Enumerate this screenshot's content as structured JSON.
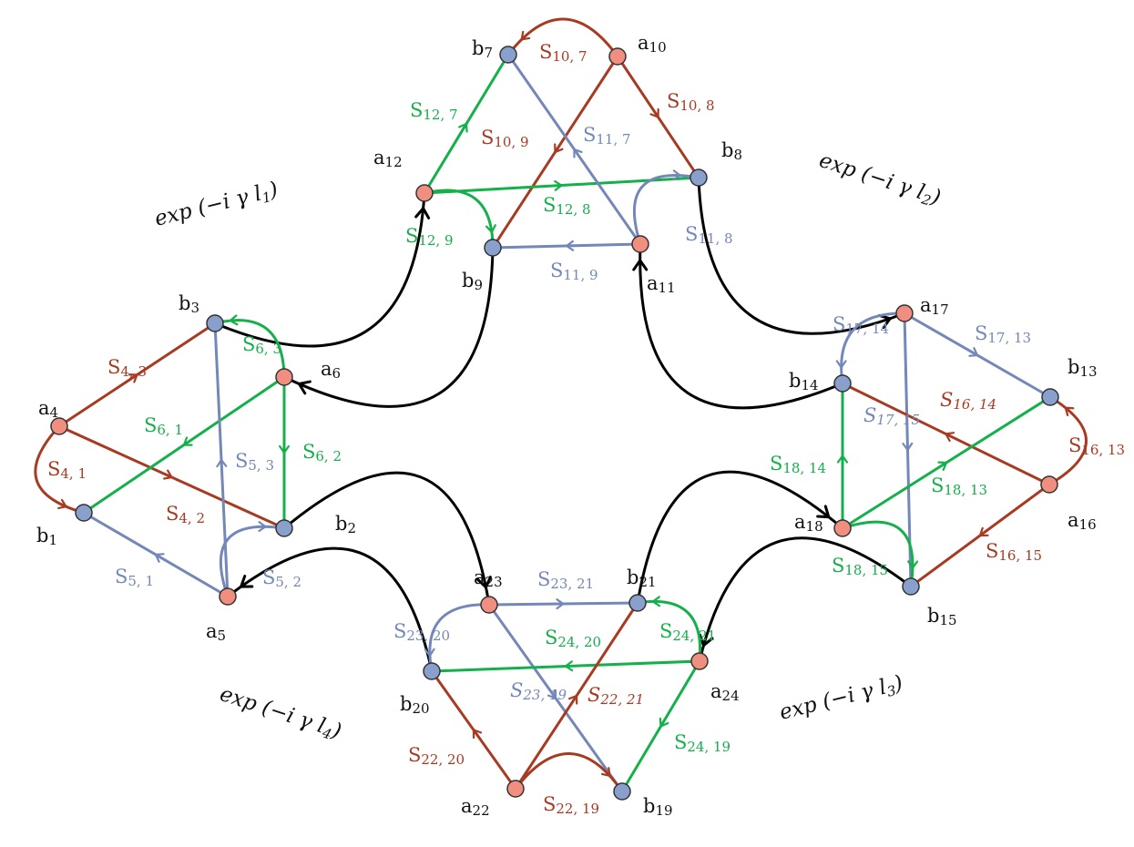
{
  "colors": {
    "red_edge": "#a83a22",
    "blue_edge": "#7388b8",
    "green_edge": "#14b04a",
    "black_edge": "#000000",
    "a_node_fill": "#f08f80",
    "b_node_fill": "#8aa0cc",
    "node_stroke": "#333333"
  },
  "nodes": [
    {
      "id": "a4",
      "kind": "a",
      "label": "a",
      "sub": "4"
    },
    {
      "id": "b1",
      "kind": "b",
      "label": "b",
      "sub": "1"
    },
    {
      "id": "b3",
      "kind": "b",
      "label": "b",
      "sub": "3"
    },
    {
      "id": "a6",
      "kind": "a",
      "label": "a",
      "sub": "6"
    },
    {
      "id": "b2",
      "kind": "b",
      "label": "b",
      "sub": "2"
    },
    {
      "id": "a5",
      "kind": "a",
      "label": "a",
      "sub": "5"
    },
    {
      "id": "b7",
      "kind": "b",
      "label": "b",
      "sub": "7"
    },
    {
      "id": "a10",
      "kind": "a",
      "label": "a",
      "sub": "10"
    },
    {
      "id": "a12",
      "kind": "a",
      "label": "a",
      "sub": "12"
    },
    {
      "id": "b8",
      "kind": "b",
      "label": "b",
      "sub": "8"
    },
    {
      "id": "b9",
      "kind": "b",
      "label": "b",
      "sub": "9"
    },
    {
      "id": "a11",
      "kind": "a",
      "label": "a",
      "sub": "11"
    },
    {
      "id": "a17",
      "kind": "a",
      "label": "a",
      "sub": "17"
    },
    {
      "id": "b14",
      "kind": "b",
      "label": "b",
      "sub": "14"
    },
    {
      "id": "b13",
      "kind": "b",
      "label": "b",
      "sub": "13"
    },
    {
      "id": "a16",
      "kind": "a",
      "label": "a",
      "sub": "16"
    },
    {
      "id": "a18",
      "kind": "a",
      "label": "a",
      "sub": "18"
    },
    {
      "id": "b15",
      "kind": "b",
      "label": "b",
      "sub": "15"
    },
    {
      "id": "a23",
      "kind": "a",
      "label": "a",
      "sub": "23"
    },
    {
      "id": "b21",
      "kind": "b",
      "label": "b",
      "sub": "21"
    },
    {
      "id": "b20",
      "kind": "b",
      "label": "b",
      "sub": "20"
    },
    {
      "id": "a24",
      "kind": "a",
      "label": "a",
      "sub": "24"
    },
    {
      "id": "a22",
      "kind": "a",
      "label": "a",
      "sub": "22"
    },
    {
      "id": "b19",
      "kind": "b",
      "label": "b",
      "sub": "19"
    }
  ],
  "edges": [
    {
      "from": "a4",
      "to": "b3",
      "color": "red",
      "label": "S",
      "sub": "4, 3",
      "italic": false
    },
    {
      "from": "a4",
      "to": "b1",
      "color": "red",
      "label": "S",
      "sub": "4, 1",
      "italic": false
    },
    {
      "from": "a4",
      "to": "b2",
      "color": "red",
      "label": "S",
      "sub": "4, 2",
      "italic": false
    },
    {
      "from": "a6",
      "to": "b3",
      "color": "green",
      "label": "S",
      "sub": "6, 3",
      "italic": false
    },
    {
      "from": "a6",
      "to": "b1",
      "color": "green",
      "label": "S",
      "sub": "6, 1",
      "italic": false
    },
    {
      "from": "a6",
      "to": "b2",
      "color": "green",
      "label": "S",
      "sub": "6, 2",
      "italic": false
    },
    {
      "from": "a5",
      "to": "b3",
      "color": "blue",
      "label": "S",
      "sub": "5, 3",
      "italic": false
    },
    {
      "from": "a5",
      "to": "b1",
      "color": "blue",
      "label": "S",
      "sub": "5, 1",
      "italic": false
    },
    {
      "from": "a5",
      "to": "b2",
      "color": "blue",
      "label": "S",
      "sub": "5, 2",
      "italic": false
    },
    {
      "from": "a10",
      "to": "b7",
      "color": "red",
      "label": "S",
      "sub": "10, 7",
      "italic": false
    },
    {
      "from": "a10",
      "to": "b8",
      "color": "red",
      "label": "S",
      "sub": "10, 8",
      "italic": false
    },
    {
      "from": "a10",
      "to": "b9",
      "color": "red",
      "label": "S",
      "sub": "10, 9",
      "italic": false
    },
    {
      "from": "a12",
      "to": "b7",
      "color": "green",
      "label": "S",
      "sub": "12, 7",
      "italic": false
    },
    {
      "from": "a12",
      "to": "b8",
      "color": "green",
      "label": "S",
      "sub": "12, 8",
      "italic": false
    },
    {
      "from": "a12",
      "to": "b9",
      "color": "green",
      "label": "S",
      "sub": "12, 9",
      "italic": false
    },
    {
      "from": "a11",
      "to": "b7",
      "color": "blue",
      "label": "S",
      "sub": "11, 7",
      "italic": false
    },
    {
      "from": "a11",
      "to": "b8",
      "color": "blue",
      "label": "S",
      "sub": "11, 8",
      "italic": false
    },
    {
      "from": "a11",
      "to": "b9",
      "color": "blue",
      "label": "S",
      "sub": "11, 9",
      "italic": false
    },
    {
      "from": "a17",
      "to": "b14",
      "color": "blue",
      "label": "S",
      "sub": "17, 14",
      "italic": false
    },
    {
      "from": "a17",
      "to": "b13",
      "color": "blue",
      "label": "S",
      "sub": "17, 13",
      "italic": false
    },
    {
      "from": "a17",
      "to": "b15",
      "color": "blue",
      "label": "S",
      "sub": "17, 15",
      "italic": true
    },
    {
      "from": "a16",
      "to": "b14",
      "color": "red",
      "label": "S",
      "sub": "16, 14",
      "italic": true
    },
    {
      "from": "a16",
      "to": "b13",
      "color": "red",
      "label": "S",
      "sub": "16, 13",
      "italic": false
    },
    {
      "from": "a16",
      "to": "b15",
      "color": "red",
      "label": "S",
      "sub": "16, 15",
      "italic": false
    },
    {
      "from": "a18",
      "to": "b14",
      "color": "green",
      "label": "S",
      "sub": "18, 14",
      "italic": false
    },
    {
      "from": "a18",
      "to": "b13",
      "color": "green",
      "label": "S",
      "sub": "18, 13",
      "italic": false
    },
    {
      "from": "a18",
      "to": "b15",
      "color": "green",
      "label": "S",
      "sub": "18, 15",
      "italic": false
    },
    {
      "from": "a23",
      "to": "b21",
      "color": "blue",
      "label": "S",
      "sub": "23, 21",
      "italic": false
    },
    {
      "from": "a23",
      "to": "b20",
      "color": "blue",
      "label": "S",
      "sub": "23, 20",
      "italic": false
    },
    {
      "from": "a23",
      "to": "b19",
      "color": "blue",
      "label": "S",
      "sub": "23, 19",
      "italic": true
    },
    {
      "from": "a24",
      "to": "b20",
      "color": "green",
      "label": "S",
      "sub": "24, 20",
      "italic": false
    },
    {
      "from": "a24",
      "to": "b21",
      "color": "green",
      "label": "S",
      "sub": "24, 21",
      "italic": false
    },
    {
      "from": "a24",
      "to": "b19",
      "color": "green",
      "label": "S",
      "sub": "24, 19",
      "italic": false
    },
    {
      "from": "a22",
      "to": "b20",
      "color": "red",
      "label": "S",
      "sub": "22, 20",
      "italic": false
    },
    {
      "from": "a22",
      "to": "b21",
      "color": "red",
      "label": "S",
      "sub": "22, 21",
      "italic": true
    },
    {
      "from": "a22",
      "to": "b19",
      "color": "red",
      "label": "S",
      "sub": "22, 19",
      "italic": false
    }
  ],
  "black_edges": [
    {
      "from": "b3",
      "to": "a12"
    },
    {
      "from": "b8",
      "to": "a17"
    },
    {
      "from": "b15",
      "to": "a24"
    },
    {
      "from": "b20",
      "to": "a5"
    },
    {
      "from": "b9",
      "to": "a6"
    },
    {
      "from": "b14",
      "to": "a11"
    },
    {
      "from": "b21",
      "to": "a18"
    },
    {
      "from": "b2",
      "to": "a23"
    }
  ],
  "phase_labels": [
    {
      "prefix": "exp (−i γ l",
      "sub": "1",
      "suffix": ")"
    },
    {
      "prefix": "exp (−i γ l",
      "sub": "2",
      "suffix": ")"
    },
    {
      "prefix": "exp (−i γ l",
      "sub": "3",
      "suffix": ")"
    },
    {
      "prefix": "exp (−i γ l",
      "sub": "4",
      "suffix": ")"
    }
  ]
}
